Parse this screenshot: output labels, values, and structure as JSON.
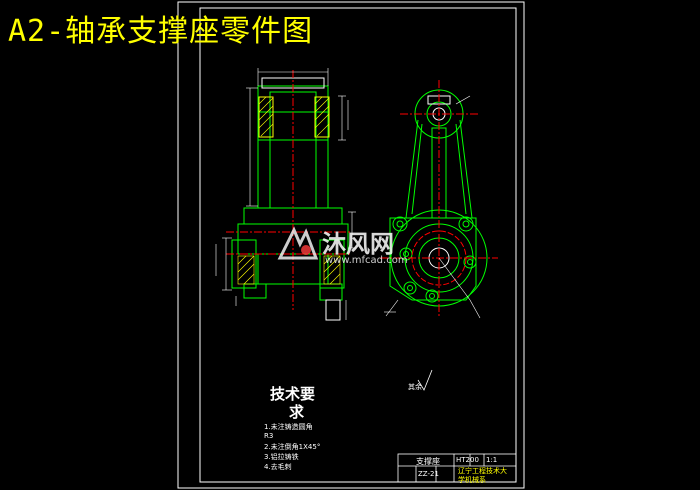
{
  "title": "A2-轴承支撑座零件图",
  "colors": {
    "background": "#000000",
    "frame": "#ffffff",
    "outline": "#00ff00",
    "centerline": "#ff0000",
    "dimension": "#ffffff",
    "hatch": "#ffff00",
    "title_text": "#ffff00"
  },
  "requirements": {
    "heading_line1": "技术要",
    "heading_line2": "求",
    "items": [
      "1.未注铸造圆角",
      "R3",
      "2.未注倒角1X45°",
      "3.铝拉铸铁",
      "4.去毛刺"
    ]
  },
  "title_block": {
    "part_name": "支撑座",
    "company": "辽宁工程技术大",
    "dept": "学机械系",
    "material": "HT200",
    "scale": "1:1",
    "drawing_no": "ZZ-21"
  },
  "roughness_mark": "其余",
  "watermark": {
    "text": "沐风网",
    "url": "www.mfcad.com"
  }
}
